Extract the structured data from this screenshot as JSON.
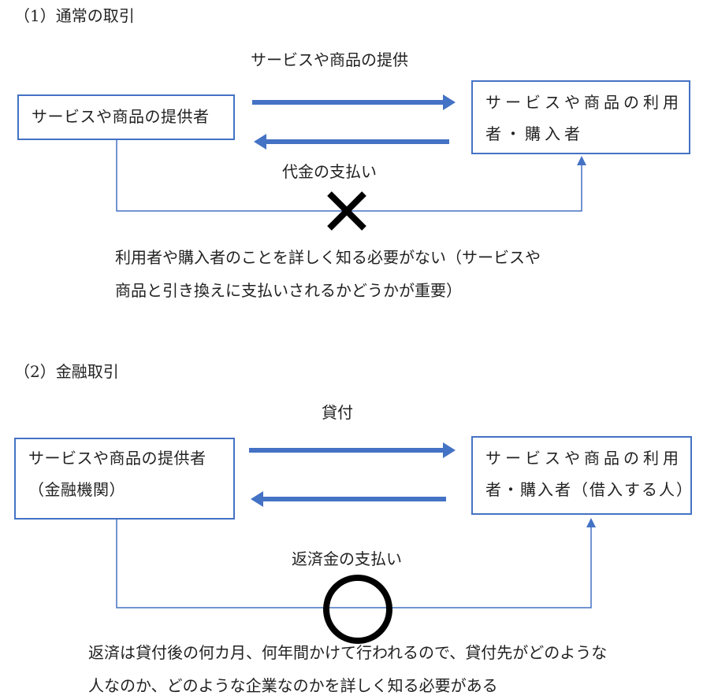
{
  "section1": {
    "heading": "（1）通常の取引",
    "provider_box": [
      "サービスや商品の提供者"
    ],
    "user_box": [
      "サービスや商品の利用",
      "者・購入者"
    ],
    "forward_label": "サービスや商品の提供",
    "backward_label": "代金の支払い",
    "mark": "cross",
    "note_lines": [
      "利用者や購入者のことを詳しく知る必要がない（サービスや",
      "商品と引き換えに支払いされるかどうかが重要）"
    ]
  },
  "section2": {
    "heading": "（2）金融取引",
    "provider_box": [
      "サービスや商品の提供者",
      "（金融機関）"
    ],
    "user_box": [
      "サービスや商品の利用",
      "者・購入者（借入する人）"
    ],
    "forward_label": "貸付",
    "backward_label": "返済金の支払い",
    "mark": "circle",
    "note_lines": [
      "返済は貸付後の何カ月、何年間かけて行われるので、貸付先がどのような",
      "人なのか、どのような企業なのかを詳しく知る必要がある"
    ]
  },
  "colors": {
    "arrow": "#4472c4",
    "box_border": "#4472c4",
    "mark": "#000000"
  }
}
